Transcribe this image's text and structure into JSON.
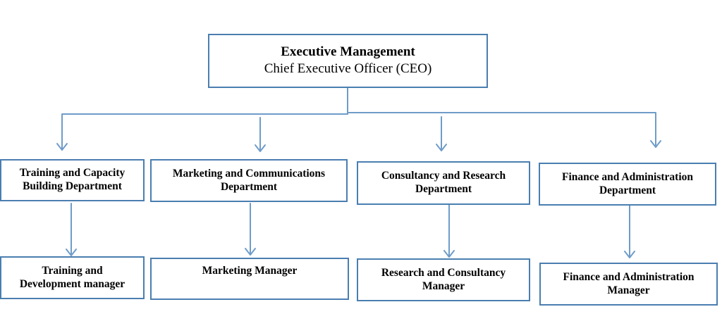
{
  "colors": {
    "border": "#4a7eb0",
    "connector": "#6f9cc9",
    "text": "#000000",
    "background": "#ffffff"
  },
  "executive": {
    "title": "Executive Management",
    "subtitle": "Chief Executive Officer (CEO)"
  },
  "departments": [
    {
      "name": "Training and Capacity\nBuilding Department",
      "manager": "Training and\nDevelopment manager"
    },
    {
      "name": "Marketing and Communications\nDepartment",
      "manager": "Marketing  Manager"
    },
    {
      "name": "Consultancy and Research\nDepartment",
      "manager": "Research and Consultancy\nManager"
    },
    {
      "name": "Finance and Administration\nDepartment",
      "manager": "Finance and Administration\nManager"
    }
  ]
}
